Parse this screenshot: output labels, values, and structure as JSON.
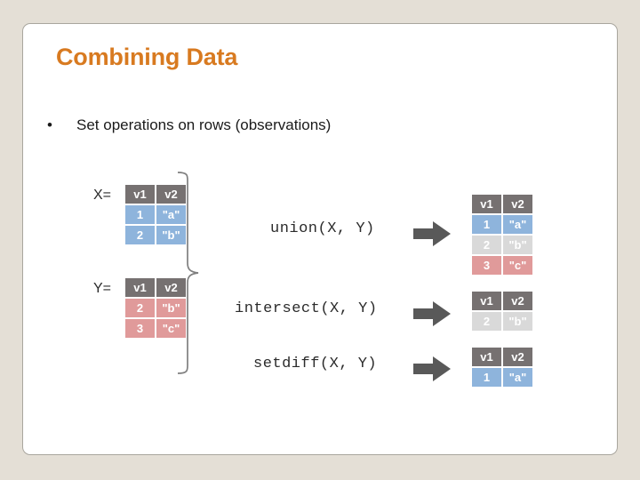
{
  "slide": {
    "title": "Combining Data",
    "bullet_marker": "•",
    "bullet_text": "Set operations on rows (observations)",
    "background_color": "#e4dfd6",
    "slide_color": "#ffffff",
    "title_color": "#d87a20"
  },
  "diagram": {
    "brace_label": "brace",
    "colors": {
      "header": "#767171",
      "blue": "#8eb4dc",
      "red": "#e09a9a",
      "gray": "#d9d9d9",
      "arrow": "#595959"
    },
    "inputs": [
      {
        "name": "X",
        "label": "X=",
        "columns": [
          "v1",
          "v2"
        ],
        "rows": [
          {
            "cells": [
              "1",
              "\"a\""
            ],
            "color": "blue"
          },
          {
            "cells": [
              "2",
              "\"b\""
            ],
            "color": "blue"
          }
        ]
      },
      {
        "name": "Y",
        "label": "Y=",
        "columns": [
          "v1",
          "v2"
        ],
        "rows": [
          {
            "cells": [
              "2",
              "\"b\""
            ],
            "color": "red"
          },
          {
            "cells": [
              "3",
              "\"c\""
            ],
            "color": "red"
          }
        ]
      }
    ],
    "operations": [
      {
        "id": "union",
        "expression": "union(X, Y)",
        "arrow": "right-arrow",
        "result": {
          "columns": [
            "v1",
            "v2"
          ],
          "rows": [
            {
              "cells": [
                "1",
                "\"a\""
              ],
              "color": "blue"
            },
            {
              "cells": [
                "2",
                "\"b\""
              ],
              "color": "gray"
            },
            {
              "cells": [
                "3",
                "\"c\""
              ],
              "color": "red"
            }
          ]
        }
      },
      {
        "id": "intersect",
        "expression": "intersect(X, Y)",
        "arrow": "right-arrow",
        "result": {
          "columns": [
            "v1",
            "v2"
          ],
          "rows": [
            {
              "cells": [
                "2",
                "\"b\""
              ],
              "color": "gray"
            }
          ]
        }
      },
      {
        "id": "setdiff",
        "expression": "setdiff(X, Y)",
        "arrow": "right-arrow",
        "result": {
          "columns": [
            "v1",
            "v2"
          ],
          "rows": [
            {
              "cells": [
                "1",
                "\"a\""
              ],
              "color": "blue"
            }
          ]
        }
      }
    ]
  }
}
